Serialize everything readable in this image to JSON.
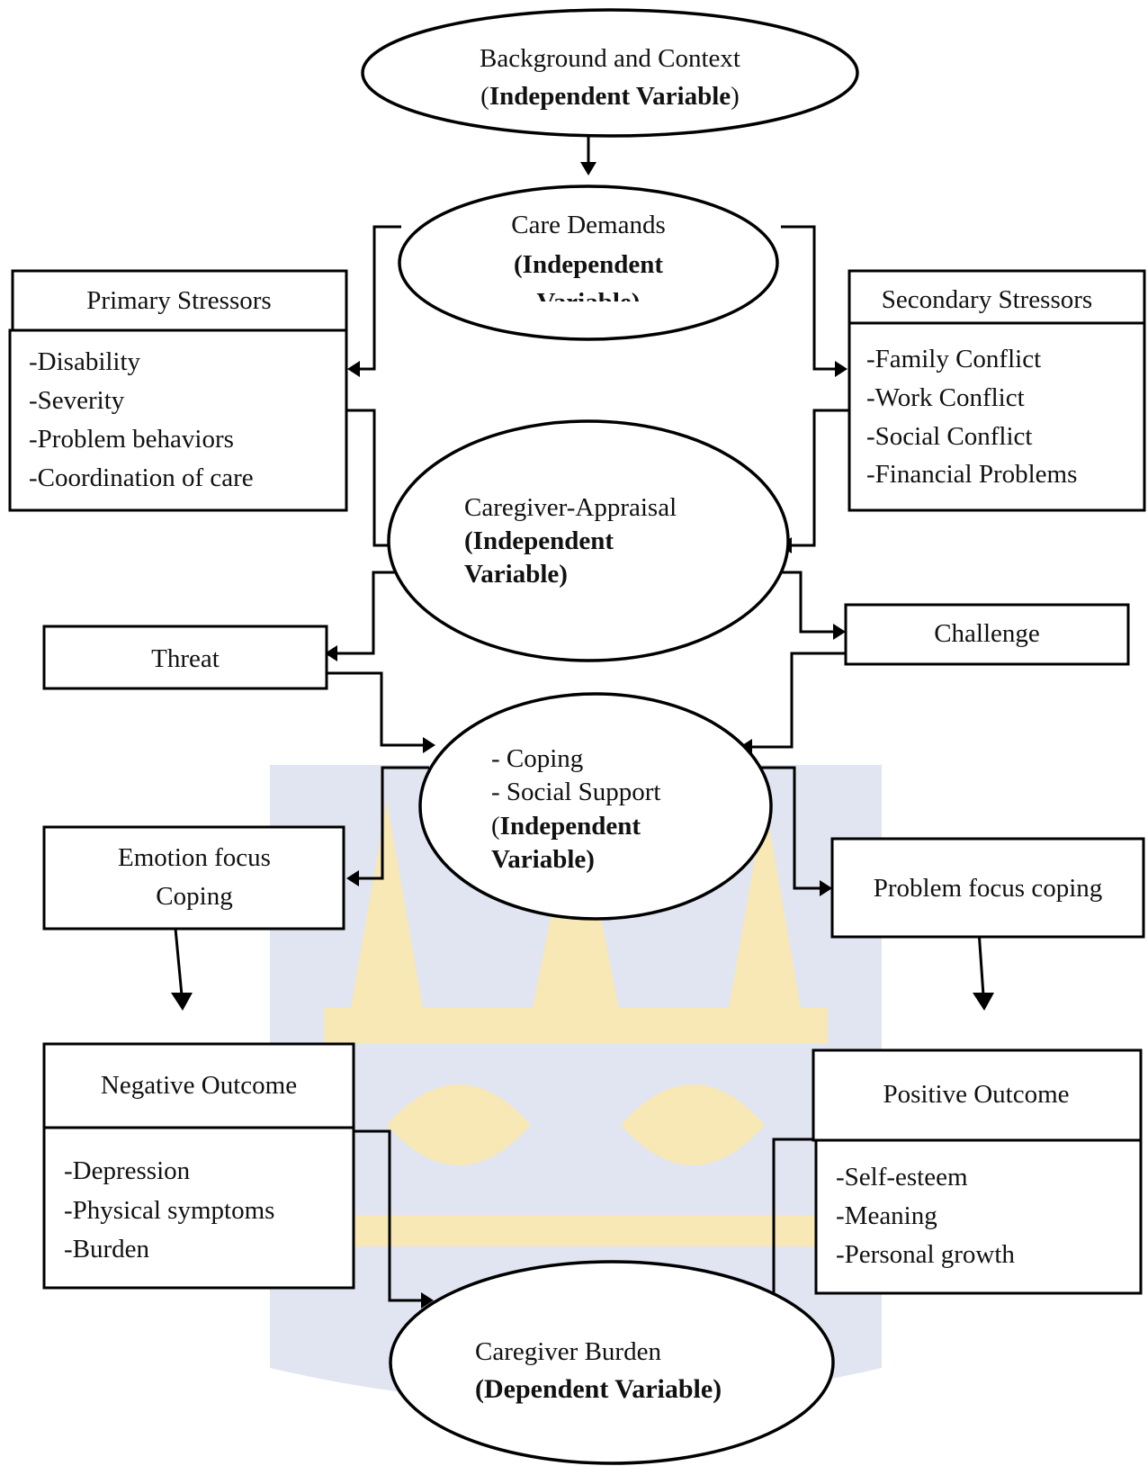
{
  "nodes": {
    "background": {
      "line1": "Background and Context",
      "open": "(",
      "bold": "Independent Variable",
      "close": ")"
    },
    "care_demands": {
      "line1": "Care Demands",
      "line2": "(Independent",
      "line3_partial": "Variable)"
    },
    "primary_stressors": {
      "title": "Primary Stressors",
      "items": [
        "-Disability",
        "-Severity",
        "-Problem behaviors",
        "-Coordination of care"
      ]
    },
    "secondary_stressors": {
      "title": "Secondary Stressors",
      "items": [
        "-Family Conflict",
        "-Work Conflict",
        "-Social Conflict",
        "-Financial Problems"
      ]
    },
    "appraisal": {
      "line1": "Caregiver-Appraisal",
      "line2": "(Independent",
      "line3": "Variable)"
    },
    "threat": {
      "label": "Threat"
    },
    "challenge": {
      "label": "Challenge"
    },
    "coping": {
      "line1": "- Coping",
      "line2": "- Social Support",
      "line3_open": "(",
      "line3_bold": "Independent",
      "line4": "Variable)"
    },
    "emotion_coping": {
      "line1": "Emotion focus",
      "line2": "Coping"
    },
    "problem_coping": {
      "label": "Problem focus coping"
    },
    "negative_outcome": {
      "title": "Negative Outcome",
      "items": [
        "-Depression",
        "-Physical symptoms",
        "-Burden"
      ]
    },
    "positive_outcome": {
      "title": "Positive Outcome",
      "items": [
        "-Self-esteem",
        "-Meaning",
        "-Personal growth"
      ]
    },
    "burden": {
      "line1": "Caregiver Burden",
      "line2": "(Dependent Variable)"
    }
  },
  "colors": {
    "line": "#000000",
    "watermark_gold": "#f2d77a",
    "watermark_blue": "#a9b3d6"
  }
}
